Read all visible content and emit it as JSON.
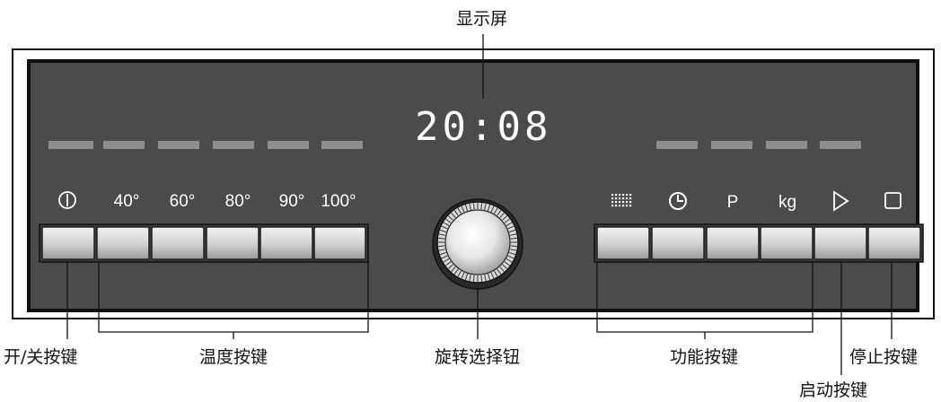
{
  "callouts": {
    "display": "显示屏",
    "power": "开/关按键",
    "temperature": "温度按键",
    "dial": "旋转选择钮",
    "function": "功能按键",
    "stop": "停止按键",
    "start": "启动按键"
  },
  "display": {
    "time": "20:08"
  },
  "temperature_buttons": [
    "40°",
    "60°",
    "80°",
    "90°",
    "100°"
  ],
  "function_buttons": [
    "P",
    "kg"
  ],
  "icons": {
    "power": "power-icon",
    "cold_wash": "dots-grid-icon",
    "timer": "clock-icon",
    "start": "play-icon",
    "stop": "stop-icon"
  },
  "colors": {
    "panel": "#4b4b4b",
    "panel_border": "#0f0f0f",
    "segment": "#8e8e8e",
    "button_face": "#d6d6d6"
  }
}
